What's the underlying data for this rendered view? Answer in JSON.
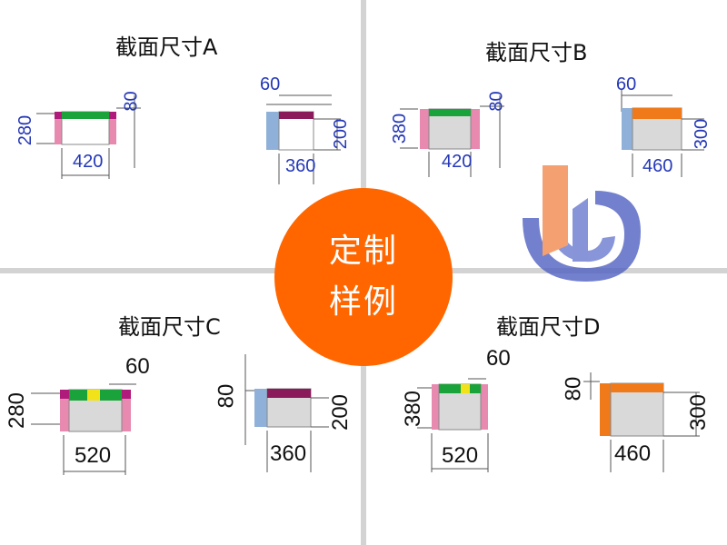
{
  "badge": {
    "line1": "定制",
    "line2": "样例"
  },
  "colors": {
    "badge": "#ff6600",
    "green": "#1aa33a",
    "magenta": "#b01a7a",
    "pink": "#e88ab0",
    "purple": "#8a1a5a",
    "orange": "#f07a1a",
    "yellow": "#f2e21a",
    "lightblue": "#8fb0d8",
    "gray": "#d9d9d9",
    "dim_blue": "#2438b8"
  },
  "quadrants": [
    {
      "title": "截面尺寸A",
      "left": {
        "width": "420",
        "height": "280",
        "top": "80"
      },
      "right": {
        "width": "360",
        "height": "200",
        "side": "60"
      }
    },
    {
      "title": "截面尺寸B",
      "left": {
        "width": "420",
        "height": "380",
        "top": "80"
      },
      "right": {
        "width": "460",
        "height": "300",
        "side": "60"
      }
    },
    {
      "title": "截面尺寸C",
      "left": {
        "width": "520",
        "height": "280",
        "side": "60"
      },
      "right": {
        "width": "360",
        "height": "200",
        "top": "80"
      }
    },
    {
      "title": "截面尺寸D",
      "left": {
        "width": "520",
        "height": "380",
        "side": "60"
      },
      "right": {
        "width": "460",
        "height": "300",
        "top": "80"
      }
    }
  ]
}
